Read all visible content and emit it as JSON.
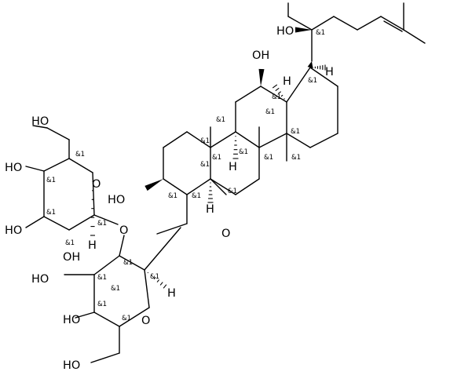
{
  "labels": {
    "oh": "OH",
    "ho": "HO",
    "o": "O",
    "h": "H"
  },
  "stereo_label": "&1",
  "colors": {
    "ink": "#000000",
    "background": "#ffffff"
  }
}
